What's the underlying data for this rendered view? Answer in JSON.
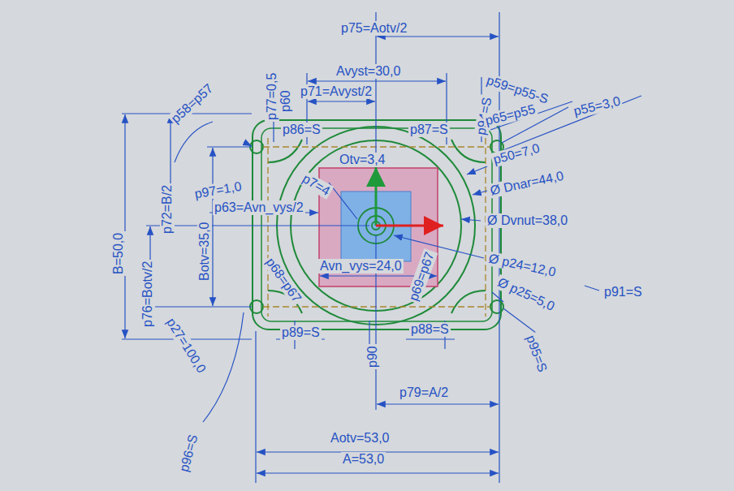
{
  "diagram": {
    "labels": [
      "p75=Aotv/2",
      "p77=0,5",
      "Avyst=30,0",
      "p71=Avyst/2",
      "p58=p57",
      "p59=p55-S",
      "p94=S",
      "p65=p55",
      "p55=3,0",
      "p86=S",
      "p87=S",
      "Otv=3,4",
      "p97=1,0",
      "p63=Avn_vys/2",
      "p7=4",
      "p50=7,0",
      "Ø Dnar=44,0",
      "Ø Dvnut=38,0",
      "Avn_vys=24,0",
      "Ø p24=12,0",
      "p91=S",
      "Ø p25=5,0",
      "p69=p67",
      "p68=p67",
      "p95=S",
      "p89=S",
      "p88=S",
      "p90",
      "p79=A/2",
      "Aotv=53,0",
      "A=53,0",
      "p96=S",
      "p27=100,0",
      "p76=Botv/2",
      "Botv=35,0",
      "p72=B/2",
      "B=50,0",
      "p60"
    ]
  }
}
